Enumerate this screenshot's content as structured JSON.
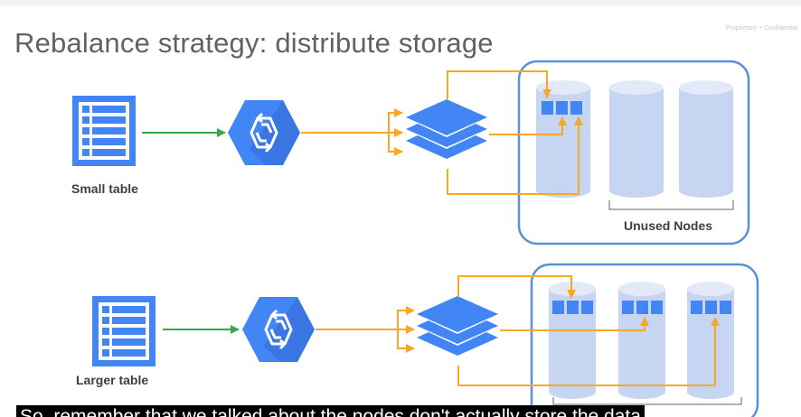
{
  "slide": {
    "title": "Rebalance strategy: distribute storage",
    "confidential": "Proprietary + Confidential"
  },
  "labels": {
    "small_table": "Small table",
    "larger_table": "Larger table",
    "unused_nodes": "Unused Nodes"
  },
  "caption": {
    "text": "So, remember that we talked about the nodes don't actually store the data"
  },
  "icons": {
    "table": "table-icon",
    "bigtable": "bigtable-hexagon-icon",
    "layers": "layers-stack-icon",
    "node": "storage-node-cylinder-icon"
  },
  "colors": {
    "green_arrow": "#34a853",
    "orange_arrow": "#f9a825",
    "blue": "#4285f4",
    "node_fill": "#c6d5f1",
    "cluster_border": "#5b8fd9"
  }
}
